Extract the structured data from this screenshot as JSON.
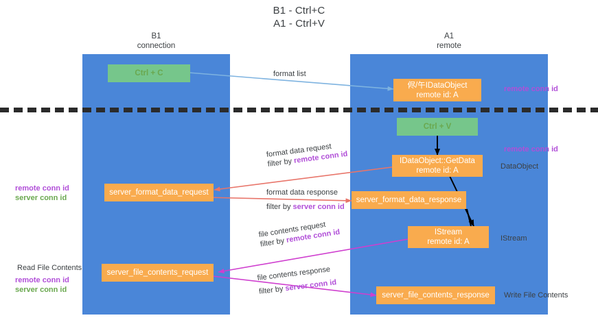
{
  "title": {
    "line1": "B1 - Ctrl+C",
    "line2": "A1 - Ctrl+V"
  },
  "columns": [
    {
      "name": "B1",
      "sub": "connection"
    },
    {
      "name": "A1",
      "sub": "remote"
    }
  ],
  "nodes": {
    "ctrl_c": {
      "label": "Ctrl + C"
    },
    "idataobject_top": {
      "line1": "侭/午IDataObject",
      "line2": "remote id: A"
    },
    "ctrl_v": {
      "label": "Ctrl + V"
    },
    "getdata": {
      "line1": "IDataObject::GetData",
      "line2": "remote id: A"
    },
    "fmt_req": {
      "label": "server_format_data_request"
    },
    "fmt_resp": {
      "label": "server_format_data_response"
    },
    "istream": {
      "line1": "IStream",
      "line2": "remote id: A"
    },
    "file_req": {
      "label": "server_file_contents_request"
    },
    "file_resp": {
      "label": "server_file_contents_response"
    }
  },
  "edge_labels": {
    "format_list": "format list",
    "format_data_request": "format data request",
    "format_data_response": "format data response",
    "file_contents_request": "file contents request",
    "file_contents_response": "file contents response",
    "filter_by": "filter by ",
    "remote_conn_id": "remote conn id",
    "server_conn_id": "server conn id"
  },
  "side_labels": {
    "right_remote_conn_id_top": "remote conn id",
    "right_remote_conn_id_mid": "remote conn id",
    "dataobject": "DataObject",
    "istream": "IStream",
    "write_file_contents": "Write File Contents",
    "read_file_contents": "Read File Contents",
    "left_remote_conn_id_a": "remote conn id",
    "left_server_conn_id_a": "server conn id",
    "left_remote_conn_id_b": "remote conn id",
    "left_server_conn_id_b": "server conn id"
  },
  "colors": {
    "lane": "#4a86d8",
    "green_node": "#76c68b",
    "orange_node": "#f9ab4e",
    "purple": "#b14fd8",
    "green_text": "#6aa84f",
    "arrow_blue": "#7eb3e0",
    "arrow_red": "#e8756a",
    "arrow_magenta": "#cf3fcf",
    "arrow_black": "#000000"
  }
}
